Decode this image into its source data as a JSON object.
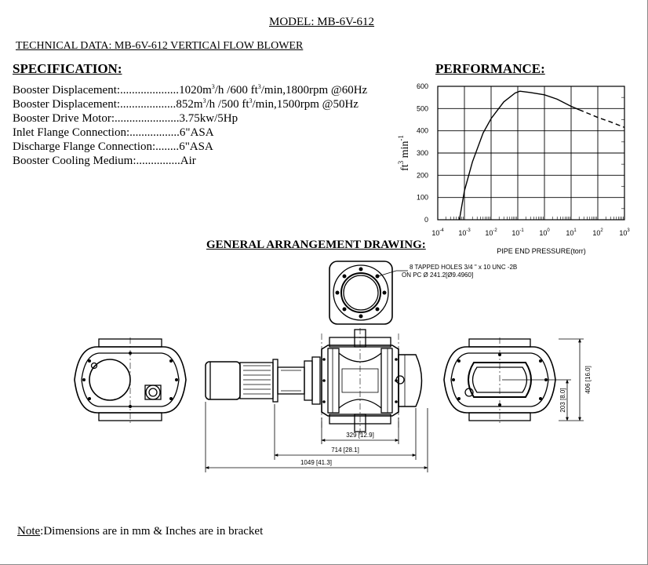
{
  "header": {
    "model_title": "MODEL: MB-6V-612",
    "technical_title": "TECHNICAL DATA: MB-6V-612 VERTICAl FLOW BLOWER"
  },
  "specification": {
    "heading": "SPECIFICATION:",
    "items": [
      {
        "label": "Booster Displacement:....................",
        "value": "1020m³/h /600 ft³/min,1800rpm @60Hz",
        "parts": [
          "1020m",
          "3",
          "/h /600 ft",
          "3",
          "/min,1800rpm @60Hz"
        ]
      },
      {
        "label": "Booster Displacement:...................",
        "value": "852m³/h /500 ft³/min,1500rpm @50Hz",
        "parts": [
          "852m",
          "3",
          "/h /500 ft",
          "3",
          "/min,1500rpm @50Hz"
        ]
      },
      {
        "label": "Booster Drive Motor:......................",
        "value": "3.75kw/5Hp"
      },
      {
        "label": "Inlet Flange Connection:.................",
        "value": "6\"ASA"
      },
      {
        "label": "Discharge Flange Connection:........",
        "value": "6\"ASA"
      },
      {
        "label": "Booster Cooling Medium:...............",
        "value": "Air"
      }
    ]
  },
  "performance": {
    "heading": "PERFORMANCE:",
    "xlabel": "PIPE END PRESSURE(torr)",
    "ylabel": "ft³ min⁻¹",
    "ylabel_parts": {
      "base": "ft",
      "sup1": "3",
      "mid": " min",
      "sup2": "-1"
    }
  },
  "chart_data": {
    "type": "line",
    "title": "PERFORMANCE:",
    "xlabel": "PIPE END PRESSURE(torr)",
    "ylabel": "ft³ min⁻¹",
    "x_scale": "log",
    "xlim": [
      0.0001,
      1000
    ],
    "ylim": [
      0,
      600
    ],
    "x_ticks": [
      {
        "value": 0.0001,
        "base": "10",
        "exp": "-4"
      },
      {
        "value": 0.001,
        "base": "10",
        "exp": "-3"
      },
      {
        "value": 0.01,
        "base": "10",
        "exp": "-2"
      },
      {
        "value": 0.1,
        "base": "10",
        "exp": "-1"
      },
      {
        "value": 1,
        "base": "10",
        "exp": "0"
      },
      {
        "value": 10,
        "base": "10",
        "exp": "1"
      },
      {
        "value": 100,
        "base": "10",
        "exp": "2"
      },
      {
        "value": 1000,
        "base": "10",
        "exp": "3"
      }
    ],
    "y_ticks": [
      0,
      100,
      200,
      300,
      400,
      500,
      600
    ],
    "grid": true,
    "series": [
      {
        "style": "solid",
        "x": [
          0.00065,
          0.001,
          0.002,
          0.005,
          0.01,
          0.03,
          0.08,
          0.12,
          0.3,
          1,
          3,
          10,
          20
        ],
        "y": [
          0,
          130,
          260,
          390,
          455,
          530,
          570,
          578,
          572,
          562,
          542,
          510,
          495
        ]
      },
      {
        "style": "dashed",
        "x": [
          20,
          50,
          100,
          300,
          1000
        ],
        "y": [
          495,
          475,
          460,
          440,
          415
        ]
      }
    ]
  },
  "drawing": {
    "heading": "GENERAL ARRANGEMENT DRAWING:",
    "flange_note_1": "8 TAPPED HOLES 3/4 \" x 10 UNC -2B",
    "flange_note_2": "ON PC Ø 241.2[Ø9.4960]",
    "dim_329": "329 [12.9]",
    "dim_714": "714 [28.1]",
    "dim_1049": "1049 [41.3]",
    "dim_203": "203 [8.0]",
    "dim_406": "406 [16.0]"
  },
  "note": {
    "label": "Note",
    "text": ":Dimensions are in mm & Inches are in bracket"
  }
}
